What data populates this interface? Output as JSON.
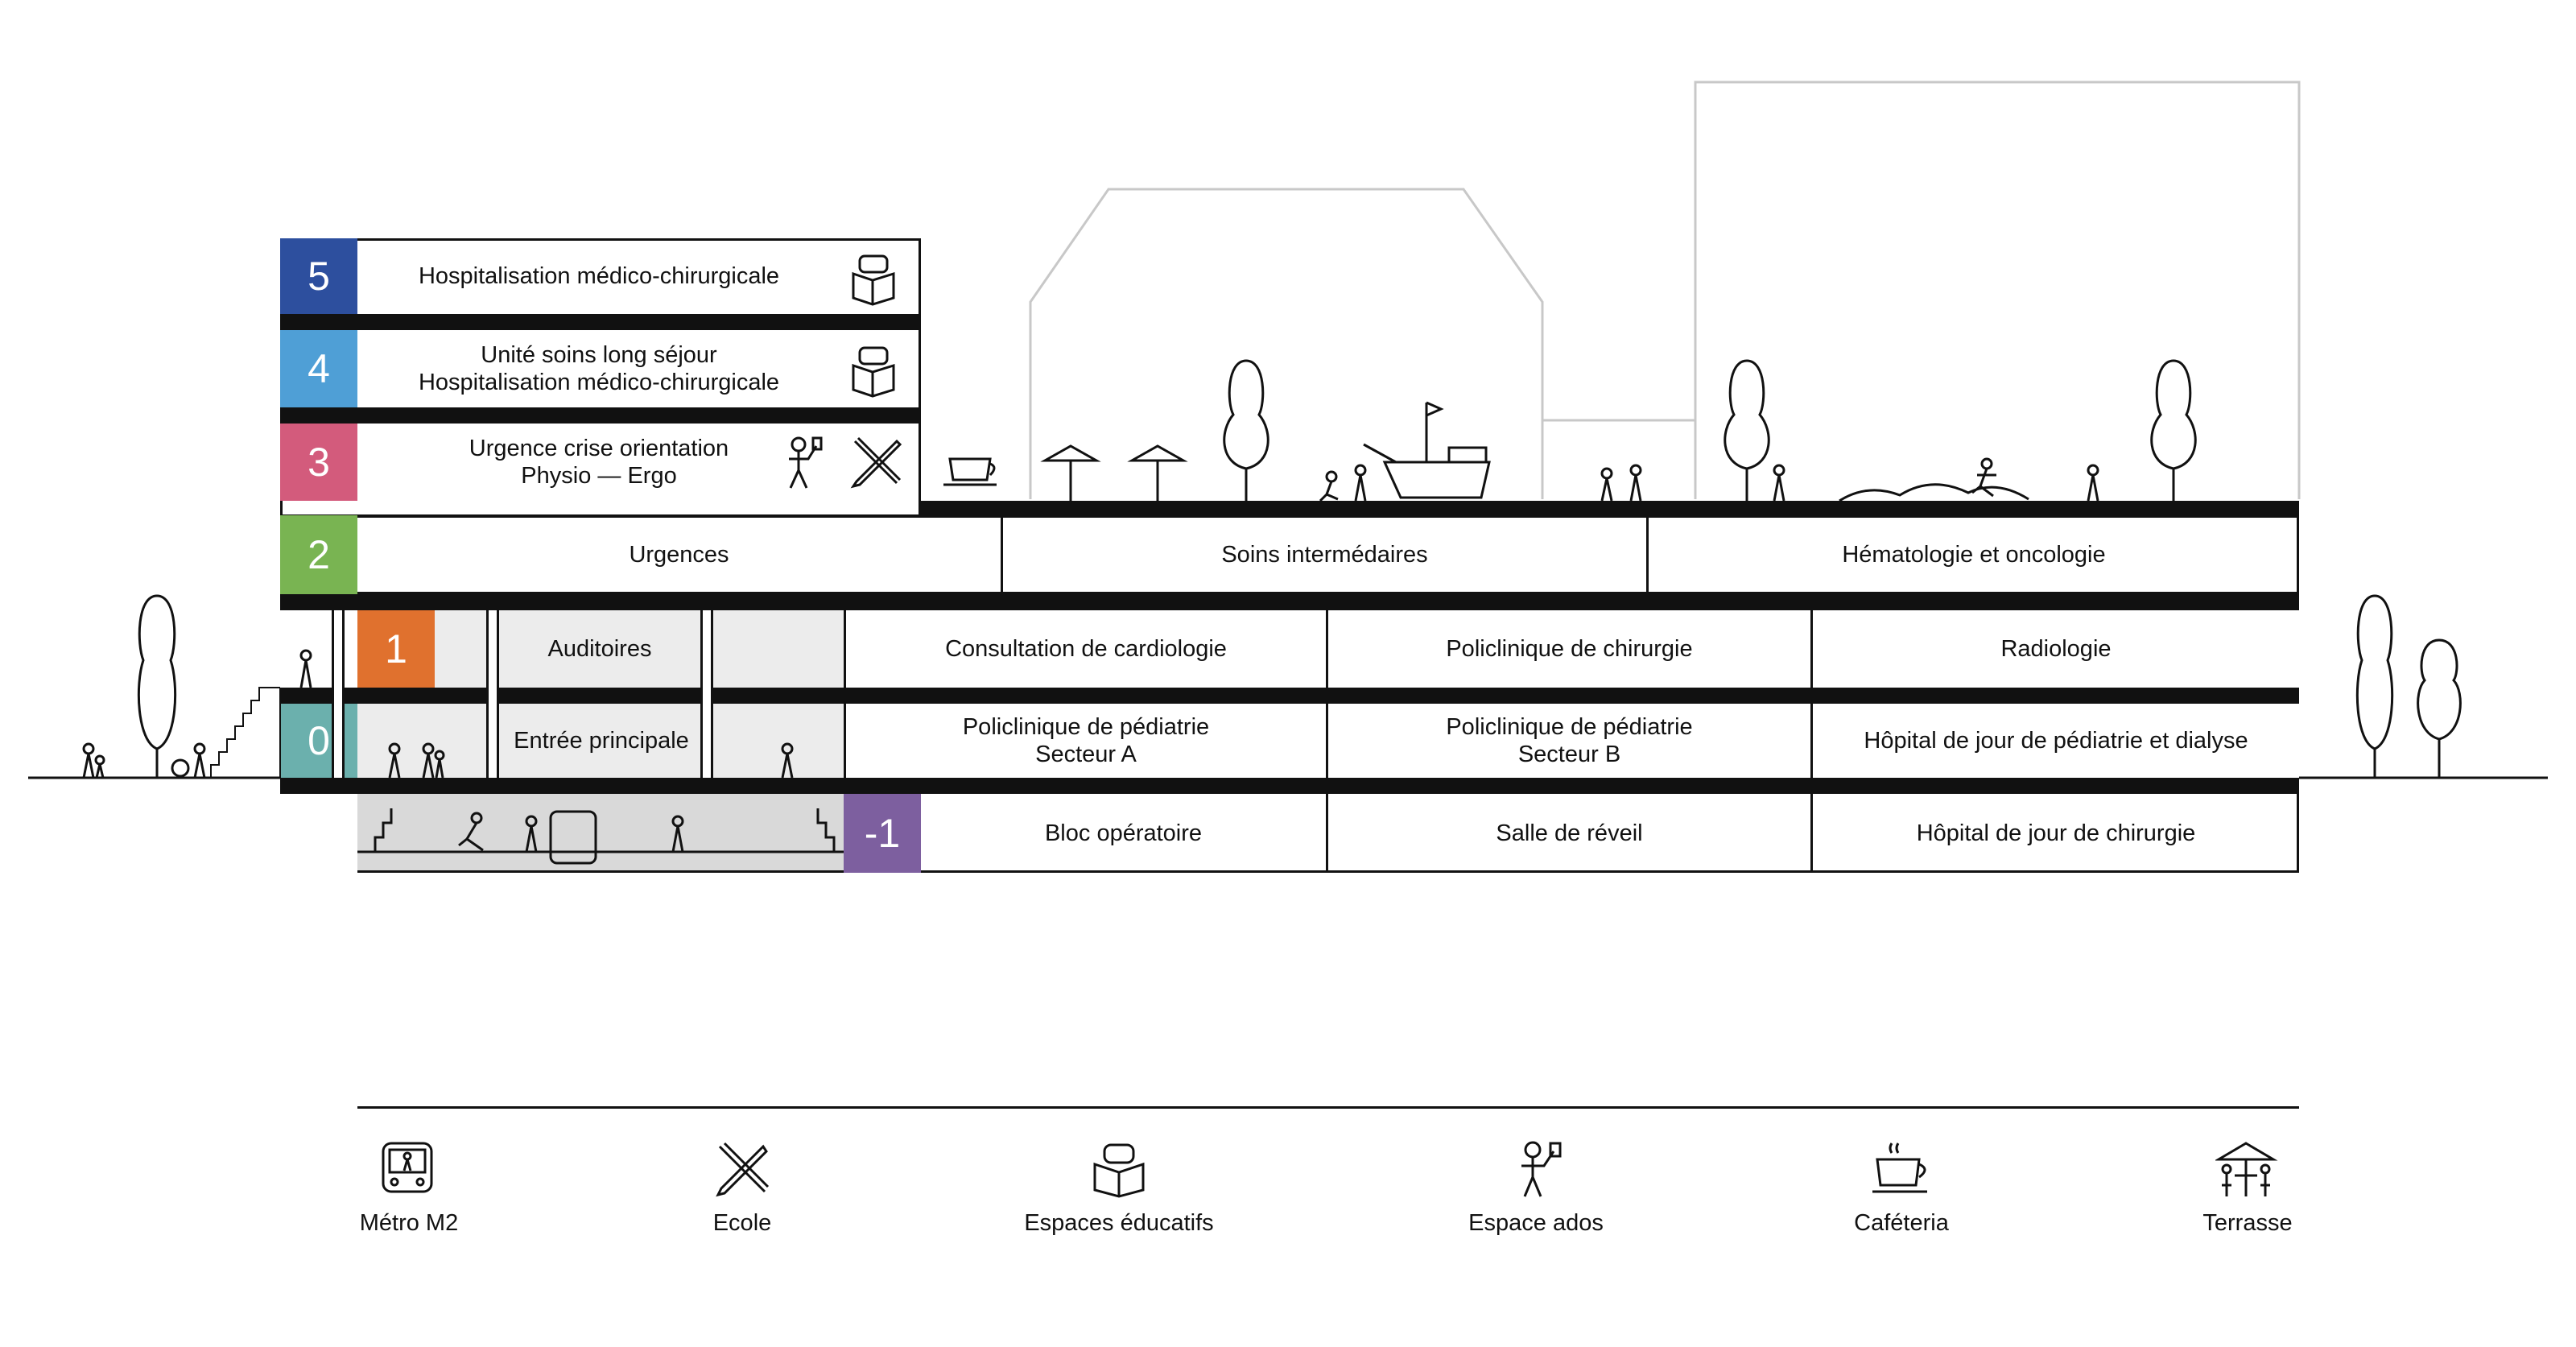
{
  "floors": [
    {
      "number": "5",
      "color": "#2d4f9e",
      "rooms": [
        "Hospitalisation médico-chirurgicale"
      ]
    },
    {
      "number": "4",
      "color": "#4f9fd6",
      "rooms": [
        "Unité soins long séjour",
        "Hospitalisation médico-chirurgicale"
      ]
    },
    {
      "number": "3",
      "color": "#d35b7c",
      "rooms": [
        "Urgence crise orientation",
        "Physio — Ergo"
      ]
    },
    {
      "number": "2",
      "color": "#79b452",
      "rooms": [
        "Urgences",
        "Soins intermédaires",
        "Hématologie et oncologie"
      ]
    },
    {
      "number": "1",
      "color": "#e0712e",
      "rooms": [
        "Auditoires",
        "Consultation de cardiologie",
        "Policlinique de chirurgie",
        "Radiologie"
      ]
    },
    {
      "number": "0",
      "color": "#6bb0ad",
      "rooms": [
        "Entrée principale",
        "Policlinique de pédiatrie",
        "Secteur A",
        "Policlinique de pédiatrie",
        "Secteur B",
        "Hôpital de jour de pédiatrie et dialyse"
      ]
    },
    {
      "number": "-1",
      "color": "#7d5f9f",
      "rooms": [
        "Bloc opératoire",
        "Salle de réveil",
        "Hôpital de jour de chirurgie"
      ]
    }
  ],
  "legend": [
    {
      "label": "Métro M2",
      "icon": "metro-icon"
    },
    {
      "label": "Ecole",
      "icon": "school-icon"
    },
    {
      "label": "Espaces éducatifs",
      "icon": "education-icon"
    },
    {
      "label": "Espace ados",
      "icon": "teen-space-icon"
    },
    {
      "label": "Caféteria",
      "icon": "coffee-icon"
    },
    {
      "label": "Terrasse",
      "icon": "terrace-icon"
    }
  ]
}
